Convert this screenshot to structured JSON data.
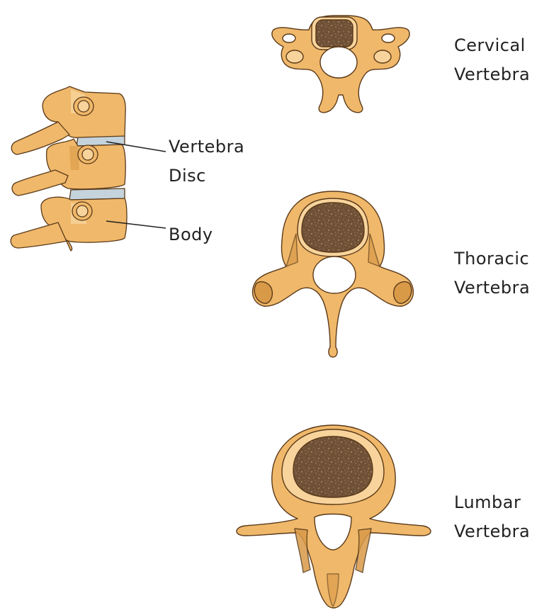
{
  "labels": {
    "cervical": {
      "line1": "Cervical",
      "line2": "Vertebra"
    },
    "thoracic": {
      "line1": "Thoracic",
      "line2": "Vertebra"
    },
    "lumbar": {
      "line1": "Lumbar",
      "line2": "Vertebra"
    },
    "side_view": {
      "vertebra": "Vertebra",
      "disc": "Disc",
      "body": "Body"
    }
  },
  "colors": {
    "bone": "#f0b86a",
    "bone_light": "#f8d49c",
    "bone_shadow": "#d99a48",
    "outline": "#5a3a1a",
    "cancellous": "#6e5137",
    "cancellous_speck": "#c79b6a",
    "disc": "#c4d3dc",
    "text": "#222222",
    "leader": "#222222"
  }
}
